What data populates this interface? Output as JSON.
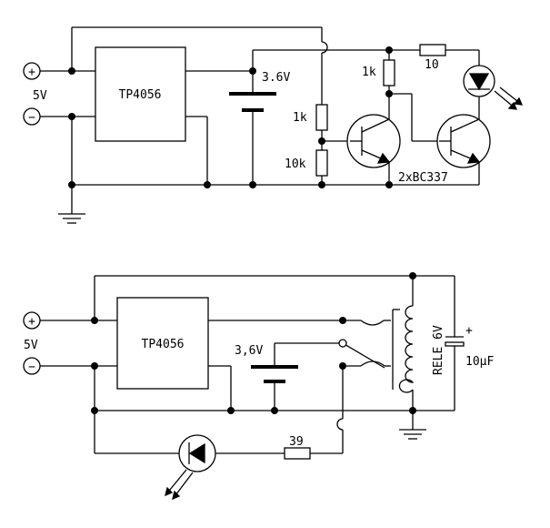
{
  "circuit1": {
    "supply_label": "5V",
    "plus_symbol": "+",
    "minus_symbol": "−",
    "chip_label": "TP4056",
    "battery_label": "3.6V",
    "r_top_label": "1k",
    "r_bottom_label": "10k",
    "r_collector_label": "1k",
    "r_led_label": "10",
    "transistor_label": "2xBC337"
  },
  "circuit2": {
    "supply_label": "5V",
    "plus_symbol": "+",
    "minus_symbol": "−",
    "chip_label": "TP4056",
    "battery_label": "3,6V",
    "relay_label": "RELE 6V",
    "capacitor_label": "10µF",
    "capacitor_polarity": "+",
    "resistor_label": "39"
  }
}
